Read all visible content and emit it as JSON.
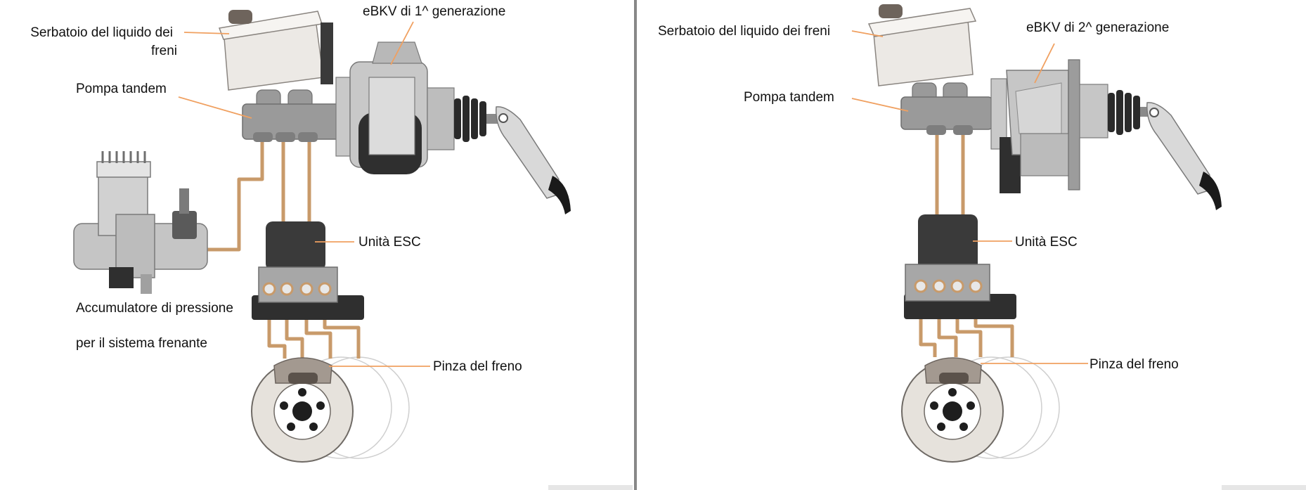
{
  "left_panel": {
    "labels": {
      "reservoir": "Serbatoio del liquido dei",
      "reservoir_line2": "freni",
      "ebkv": "eBKV di 1^ generazione",
      "tandem_pump": "Pompa tandem",
      "esc_unit": "Unità ESC",
      "accumulator_line1": "Accumulatore di pressione",
      "accumulator_line2": "per il sistema frenante",
      "caliper": "Pinza del freno"
    }
  },
  "right_panel": {
    "labels": {
      "reservoir": "Serbatoio del liquido dei freni",
      "ebkv": "eBKV di 2^ generazione",
      "tandem_pump": "Pompa tandem",
      "esc_unit": "Unità ESC",
      "caliper": "Pinza del freno"
    }
  },
  "colors": {
    "leader_line": "#f0a060",
    "pipe": "#c89a6a",
    "esc_dark": "#3a3a3a",
    "body_gray": "#9a9a9a",
    "divider": "#888888"
  }
}
